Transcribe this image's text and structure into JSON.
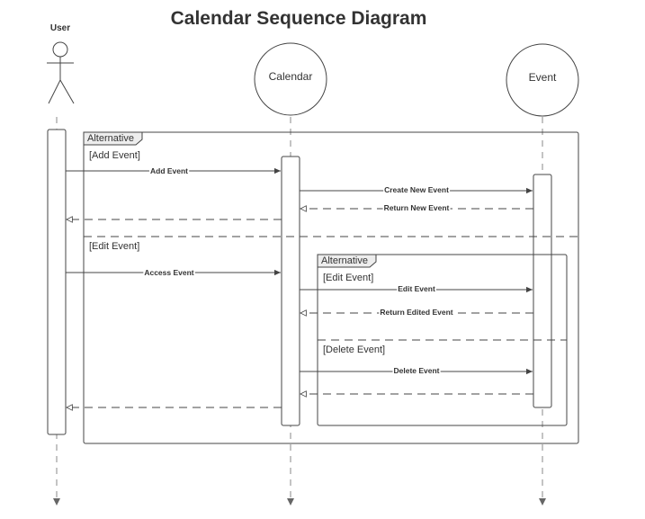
{
  "title": "Calendar Sequence Diagram",
  "participants": {
    "user": "User",
    "calendar": "Calendar",
    "event": "Event"
  },
  "outer_fragment": {
    "operator": "Alternative",
    "guard_1": "[Add Event]",
    "guard_2": "[Edit Event]"
  },
  "inner_fragment": {
    "operator": "Alternative",
    "guard_1": "[Edit Event]",
    "guard_2": "[Delete Event]"
  },
  "messages": {
    "add_event": "Add Event",
    "create_new_event": "Create New Event",
    "return_new_event": "Return New Event",
    "access_event": "Access Event",
    "edit_event": "Edit Event",
    "return_edited_event": "Return Edited Event",
    "delete_event": "Delete Event"
  }
}
